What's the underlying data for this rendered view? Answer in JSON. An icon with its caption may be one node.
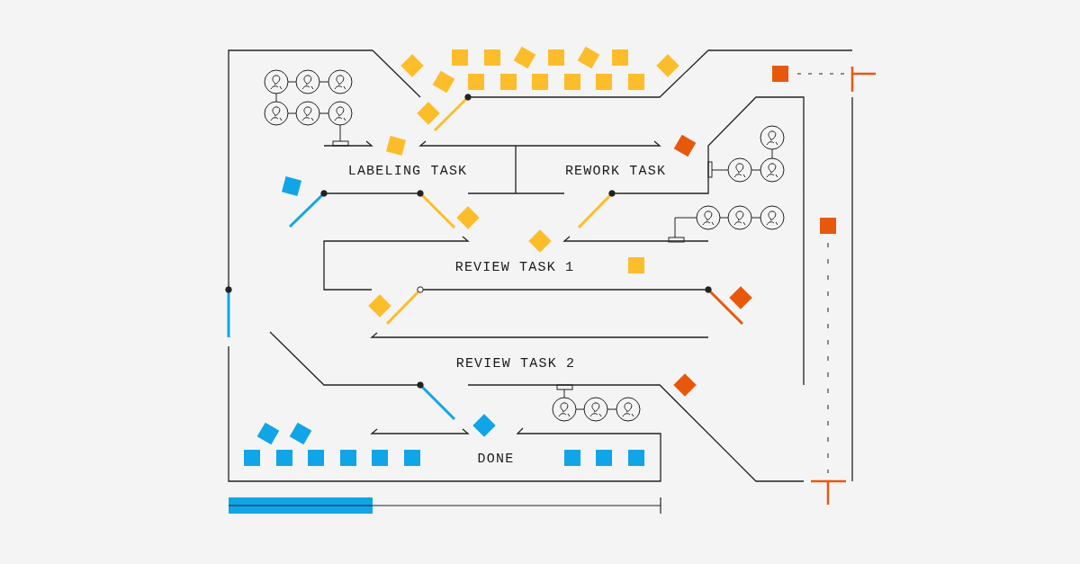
{
  "diagram": {
    "labels": [
      "LABELING TASK",
      "REWORK TASK",
      "REVIEW TASK 1",
      "REVIEW TASK 2",
      "DONE"
    ]
  }
}
